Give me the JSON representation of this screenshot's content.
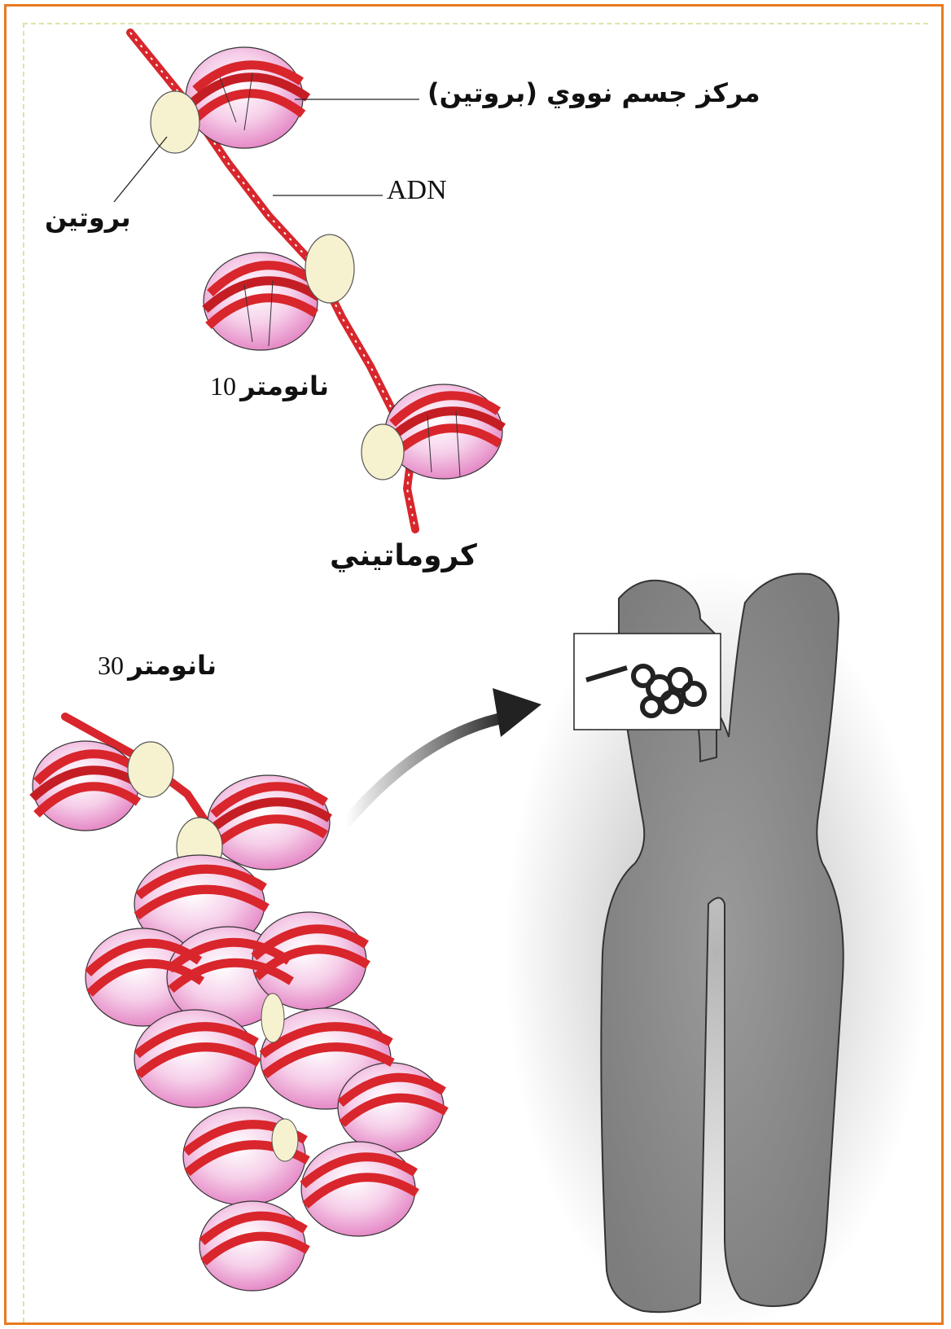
{
  "labels": {
    "nucleosome_core": "مركز جسم نووي (بروتين)",
    "protein": "بروتين",
    "dna": "ADN",
    "fiber_10_num": "10",
    "fiber_10_unit": "نانومتر",
    "chromatin": "كروماتيني",
    "fiber_30_num": "30",
    "fiber_30_unit": "نانومتر"
  },
  "colors": {
    "frame": "#e87a1e",
    "dna_strand": "#d8262c",
    "histone_core": "#f4c6e4",
    "linker_protein": "#f6f1cf",
    "chromosome": "#8f8f8f"
  }
}
